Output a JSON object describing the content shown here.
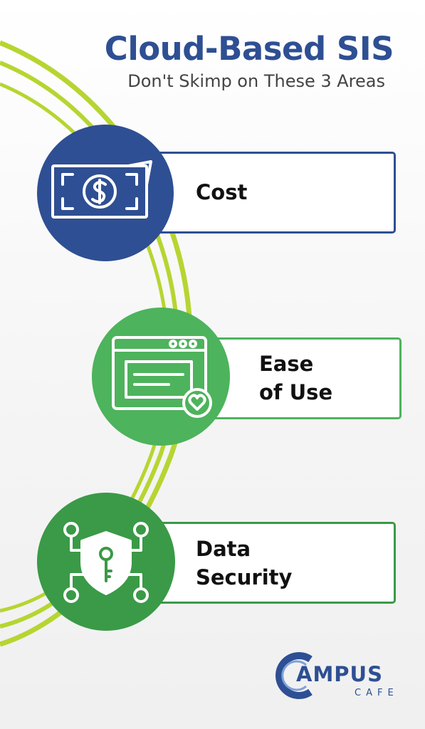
{
  "header": {
    "title": "Cloud-Based SIS",
    "subtitle": "Don't Skimp on These 3 Areas"
  },
  "items": [
    {
      "label": "Cost",
      "icon": "money-icon",
      "color": "#2e4f93"
    },
    {
      "label_line1": "Ease",
      "label_line2": "of Use",
      "icon": "browser-heart-icon",
      "color": "#4db35c"
    },
    {
      "label_line1": "Data",
      "label_line2": "Security",
      "icon": "shield-key-icon",
      "color": "#3a9a47"
    }
  ],
  "logo": {
    "word": "AMPUS",
    "sub": "CAFE"
  },
  "colors": {
    "brand_blue": "#2e4f93",
    "accent_lime": "#b6d531",
    "green_light": "#4db35c",
    "green_dark": "#3a9a47"
  }
}
